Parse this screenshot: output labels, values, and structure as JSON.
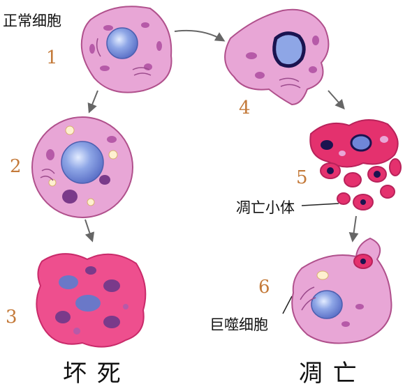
{
  "labels": {
    "normal_cell": "正常细胞",
    "apoptotic_body": "凋亡小体",
    "macrophage": "巨噬细胞",
    "necrosis": "坏 死",
    "apoptosis": "凋 亡"
  },
  "steps": [
    "1",
    "2",
    "3",
    "4",
    "5",
    "6"
  ],
  "colors": {
    "cytoplasm": "#e8a6d6",
    "cytoplasm_edge": "#b0508c",
    "nucleus": "#6f86d8",
    "nucleus_light": "#c9d8f5",
    "organelle": "#b65aa8",
    "organelle_dark": "#6a2a6a",
    "necrotic": "#ee4f8e",
    "apoptotic": "#e4316e",
    "chromatin": "#1a1450",
    "vacuole": "#fff0d0",
    "number": "#c47a3a"
  }
}
